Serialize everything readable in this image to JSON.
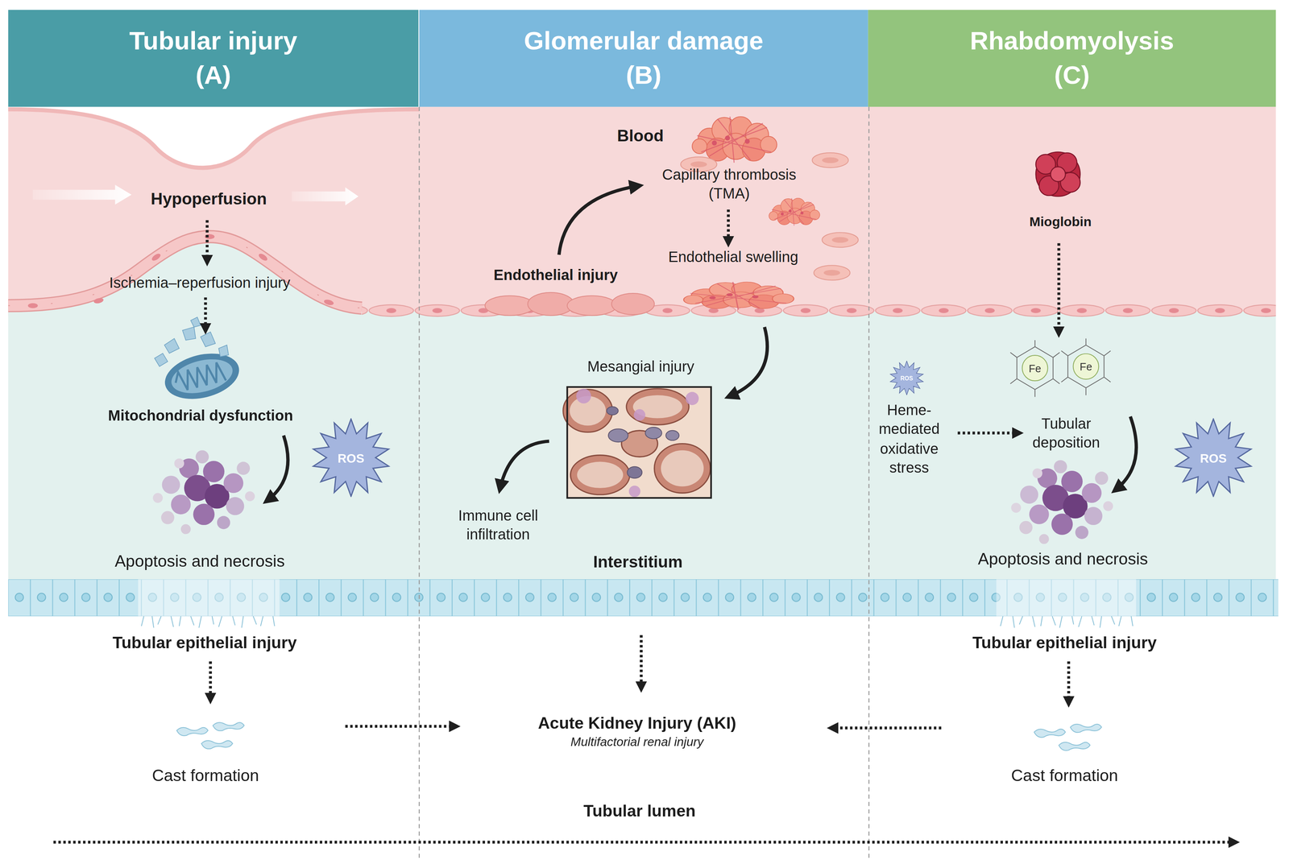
{
  "diagram": {
    "nodes": [
      {
        "text": [
          "Tubular injury",
          "(A)"
        ]
      },
      {
        "text": [
          "Glomerular damage",
          "(B)"
        ]
      },
      {
        "text": [
          "Rhabdomyolysis",
          "(C)"
        ]
      },
      {
        "text": [
          "ROS"
        ]
      },
      {
        "text": [
          "Mesangial injury"
        ]
      },
      {
        "text": [
          "ROS"
        ]
      },
      {
        "text": [
          "Fe"
        ]
      },
      {
        "text": [
          "Fe"
        ]
      },
      {
        "text": [
          "ROS"
        ]
      }
    ],
    "labels": [
      "Hypoperfusion",
      "Ischemia–reperfusion injury",
      "Mitochondrial dysfunction",
      "Apoptosis and necrosis",
      "Tubular epithelial injury",
      "Cast formation",
      "Blood",
      "Capillary thrombosis (TMA)",
      "Endothelial swelling",
      "Endothelial injury",
      "Immune cell infiltration",
      "Interstitium",
      "Acute Kidney Injury (AKI)",
      "Multifactorial renal injury",
      "Tubular lumen",
      "Mioglobin",
      "Heme-mediated oxidative stress",
      "Tubular deposition",
      "Apoptosis and necrosis",
      "Tubular epithelial injury",
      "Cast formation"
    ]
  }
}
